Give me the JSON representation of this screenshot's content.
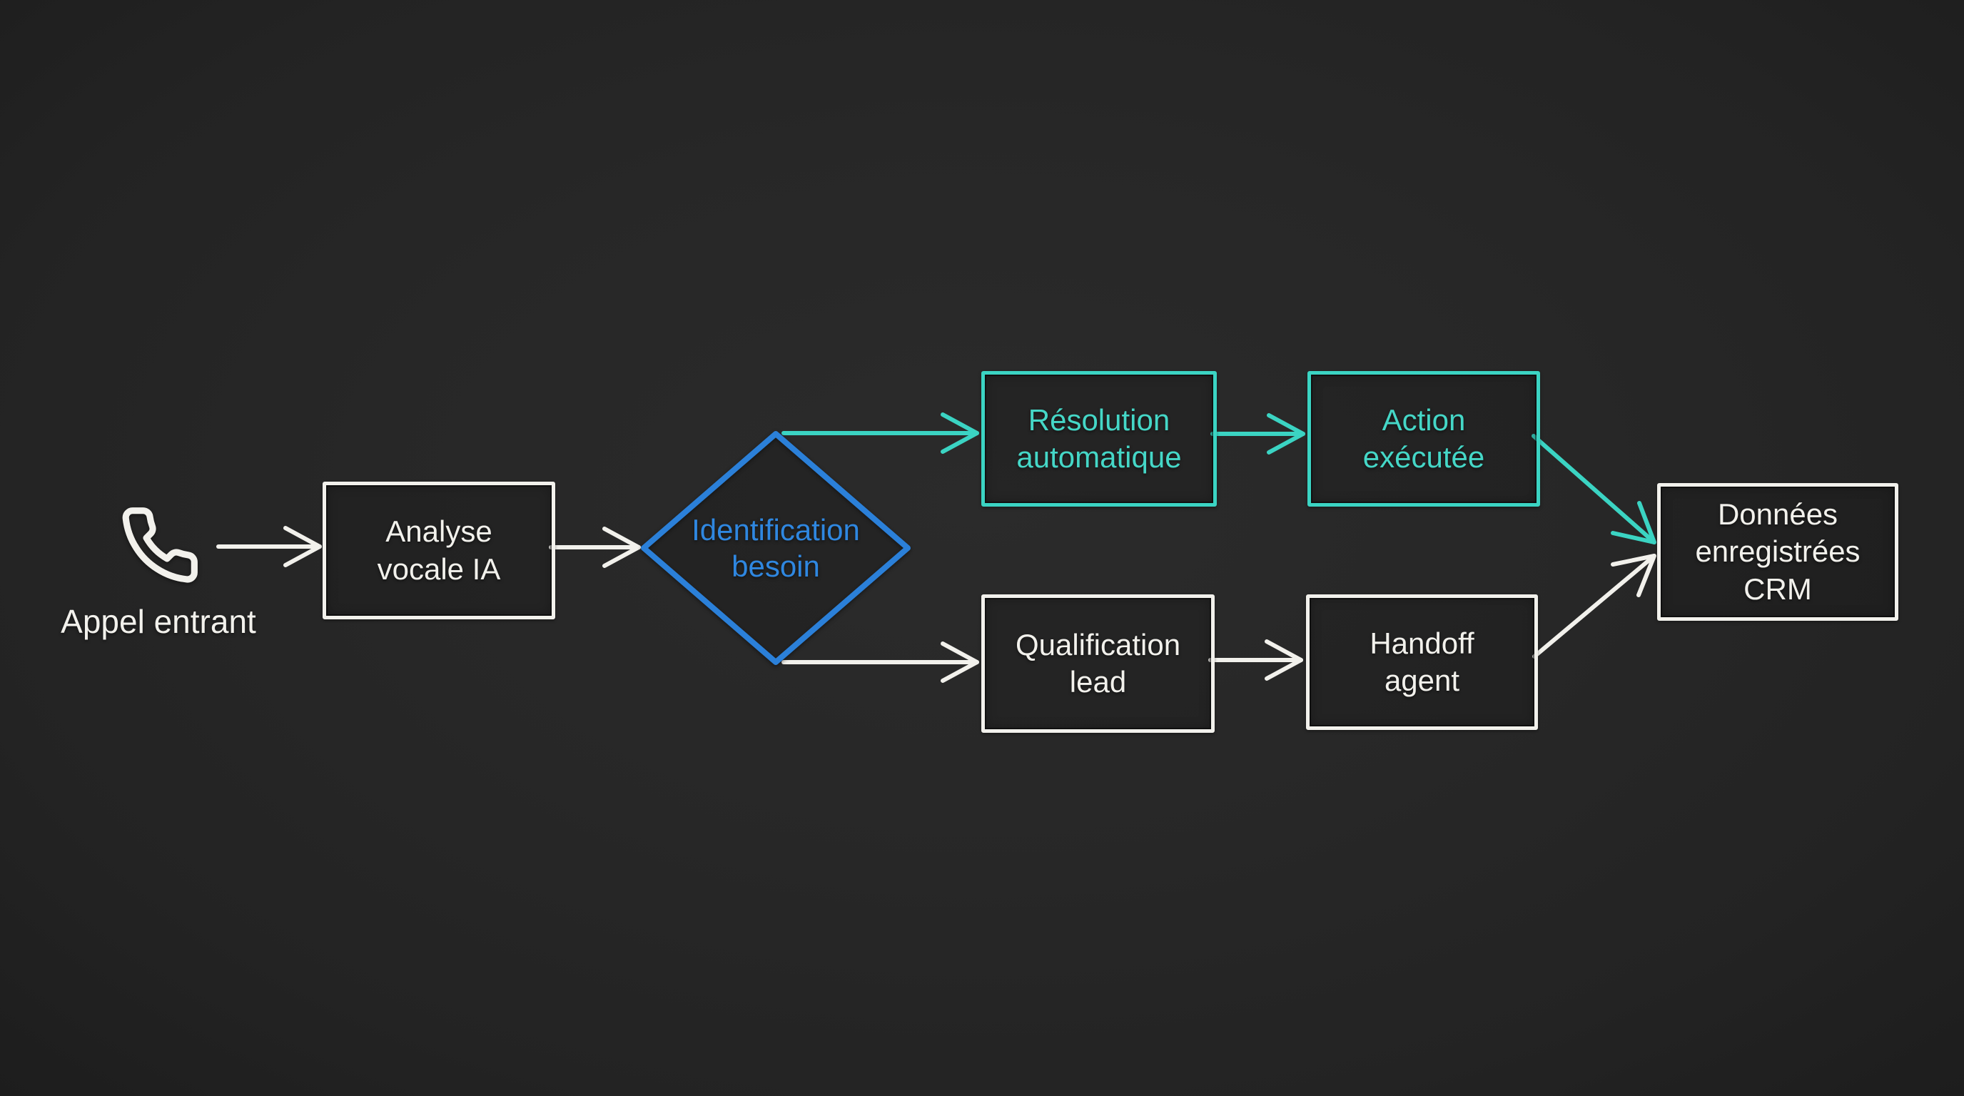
{
  "diagram": {
    "type": "flowchart",
    "background_color": "#262626",
    "colors": {
      "node_white": "#f2f1ec",
      "node_teal": "#3bd4c3",
      "decision_blue": "#2b80d9"
    },
    "start": {
      "icon": "phone-icon",
      "label": "Appel entrant"
    },
    "nodes": {
      "analyse": {
        "label": "Analyse\nvocale IA",
        "shape": "rectangle",
        "color": "#f2f1ec"
      },
      "identification": {
        "label": "Identification\nbesoin",
        "shape": "diamond",
        "color": "#2b80d9"
      },
      "resolution": {
        "label": "Résolution\nautomatique",
        "shape": "rectangle",
        "color": "#3bd4c3"
      },
      "action": {
        "label": "Action\nexécutée",
        "shape": "rectangle",
        "color": "#3bd4c3"
      },
      "qualification": {
        "label": "Qualification\nlead",
        "shape": "rectangle",
        "color": "#f2f1ec"
      },
      "handoff": {
        "label": "Handoff\nagent",
        "shape": "rectangle",
        "color": "#f2f1ec"
      },
      "crm": {
        "label": "Données\nenregistrées\nCRM",
        "shape": "rectangle",
        "color": "#f2f1ec"
      }
    },
    "edges": [
      {
        "from": "appel-entrant",
        "to": "analyse-vocale-ia",
        "color": "#f2f1ec"
      },
      {
        "from": "analyse-vocale-ia",
        "to": "identification-besoin",
        "color": "#f2f1ec"
      },
      {
        "from": "identification-besoin",
        "to": "resolution-automatique",
        "color": "#3bd4c3"
      },
      {
        "from": "resolution-automatique",
        "to": "action-executee",
        "color": "#3bd4c3"
      },
      {
        "from": "action-executee",
        "to": "donnees-enregistrees-crm",
        "color": "#3bd4c3"
      },
      {
        "from": "identification-besoin",
        "to": "qualification-lead",
        "color": "#f2f1ec"
      },
      {
        "from": "qualification-lead",
        "to": "handoff-agent",
        "color": "#f2f1ec"
      },
      {
        "from": "handoff-agent",
        "to": "donnees-enregistrees-crm",
        "color": "#f2f1ec"
      }
    ]
  }
}
